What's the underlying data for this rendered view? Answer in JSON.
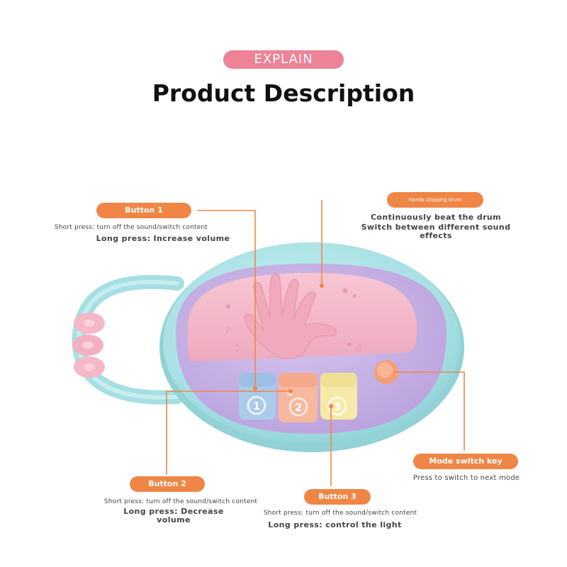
{
  "header": {
    "badge": "EXPLAIN",
    "title": "Product Description"
  },
  "callouts": {
    "button1": {
      "label": "Button 1",
      "line1": "Short press: turn off the sound/switch content",
      "line2": "Long press: Increase volume"
    },
    "drum": {
      "label": "Hands clapping drum",
      "line1": "Continuously beat the drum",
      "line2": "Switch between different sound",
      "line3": "effects"
    },
    "mode": {
      "label": "Mode switch key",
      "line1": "Press to switch to next mode"
    },
    "button2": {
      "label": "Button 2",
      "line1": "Short press: turn off the sound/switch content",
      "line2": "Long press: Decrease",
      "line3": "volume"
    },
    "button3": {
      "label": "Button 3",
      "line1": "Short press: turn off the sound/switch content",
      "line2": "Long press: control the light"
    }
  },
  "toy": {
    "key_numbers": [
      "1",
      "2",
      "3"
    ]
  },
  "colors": {
    "accent_orange": "#f08646",
    "badge_pink": "#ee8297",
    "body_teal": "#a9e3e6",
    "panel_lilac": "#c9b2e6",
    "drum_pink": "#f3b9c9"
  }
}
